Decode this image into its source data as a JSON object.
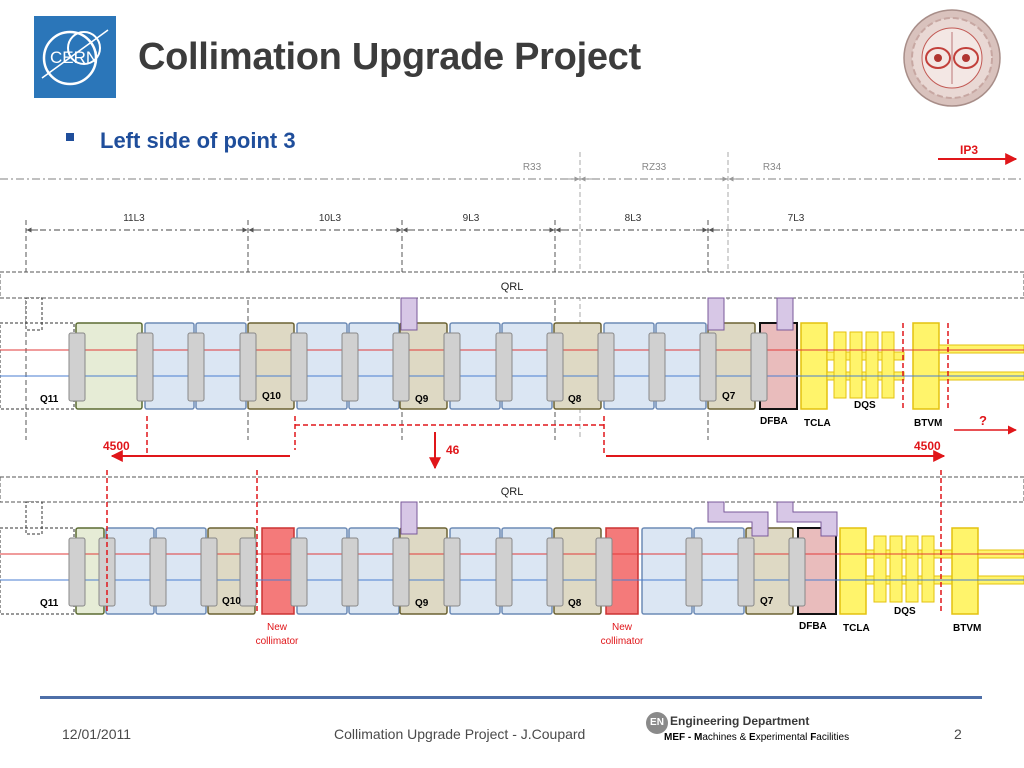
{
  "header": {
    "title": "Collimation Upgrade Project",
    "logo_text": "CERN"
  },
  "subtitle": "Left side of point 3",
  "diagram": {
    "ip_label": "IP3",
    "regions": [
      "R33",
      "RZ33",
      "R34"
    ],
    "cells": [
      "11L3",
      "10L3",
      "9L3",
      "8L3",
      "7L3"
    ],
    "qrl_label": "QRL",
    "top_row": {
      "quads": [
        "Q11",
        "Q10",
        "Q9",
        "Q8",
        "Q7"
      ],
      "dfba": "DFBA",
      "tcla": "TCLA",
      "dqs": "DQS",
      "btvm": "BTVM",
      "question": "?"
    },
    "shift": {
      "left": "4500",
      "center": "46",
      "right": "4500"
    },
    "bottom_row": {
      "quads": [
        "Q11",
        "Q10",
        "Q9",
        "Q8",
        "Q7"
      ],
      "dfba": "DFBA",
      "tcla": "TCLA",
      "dqs": "DQS",
      "btvm": "BTVM",
      "new_collimator_1": "New",
      "new_collimator_2": "collimator"
    }
  },
  "footer": {
    "date": "12/01/2011",
    "center": "Collimation Upgrade Project - J.Coupard",
    "logo_initials": "EN",
    "department": "Engineering Department",
    "mef_prefix": "MEF - ",
    "mef_words": [
      "M",
      "achines & ",
      "E",
      "xperimental ",
      "F",
      "acilities"
    ],
    "page": "2"
  },
  "colors": {
    "title": "#3c3c3c",
    "subtitle": "#1f4e9b",
    "cern_blue": "#2b76b9",
    "dipole_fill": "#dbe6f3",
    "dipole_border": "#6d8bb6",
    "quad_fill": "#ded9c4",
    "quad_border": "#6b6233",
    "q11_fill": "#e6ecd6",
    "q11_border": "#5b6b32",
    "dfba_fill": "#e9bcbc",
    "collimator_fill": "#f47a7a",
    "tcla_fill": "#fff46b",
    "tcla_border": "#e3c20f",
    "purple_fill": "#d7c7e6",
    "purple_border": "#7a5a9a",
    "interconnect": "#d0d0d0",
    "beam_red": "#e23a3a",
    "beam_blue": "#4a7ed0",
    "arrow_red": "#e0161a",
    "footer_line": "#4e6fa8"
  }
}
